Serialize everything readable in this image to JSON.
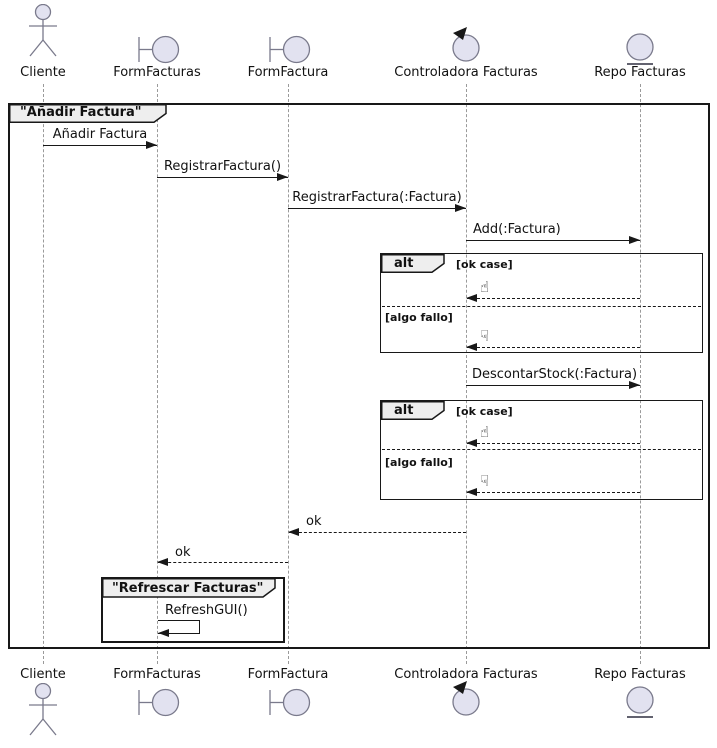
{
  "diagram": {
    "type": "uml-sequence",
    "frame_title": "\"Añadir Factura\"",
    "inner_frame": {
      "title": "\"Refrescar Facturas\"",
      "message": "RefreshGUI()"
    }
  },
  "participants": [
    {
      "name": "Cliente",
      "icon": "actor"
    },
    {
      "name": "FormFacturas",
      "icon": "boundary"
    },
    {
      "name": "FormFactura",
      "icon": "boundary"
    },
    {
      "name": "Controladora Facturas",
      "icon": "control"
    },
    {
      "name": "Repo Facturas",
      "icon": "entity"
    }
  ],
  "messages": [
    {
      "label": "Añadir Factura",
      "from": "Cliente",
      "to": "FormFacturas",
      "style": "solid"
    },
    {
      "label": "RegistrarFactura()",
      "from": "FormFacturas",
      "to": "FormFactura",
      "style": "solid"
    },
    {
      "label": "RegistrarFactura(:Factura)",
      "from": "FormFactura",
      "to": "Controladora Facturas",
      "style": "solid"
    },
    {
      "label": "Add(:Factura)",
      "from": "Controladora Facturas",
      "to": "Repo Facturas",
      "style": "solid"
    },
    {
      "label": "DescontarStock(:Factura)",
      "from": "Controladora Facturas",
      "to": "Repo Facturas",
      "style": "solid"
    },
    {
      "label": "ok",
      "from": "Controladora Facturas",
      "to": "FormFactura",
      "style": "dashed"
    },
    {
      "label": "ok",
      "from": "FormFactura",
      "to": "FormFacturas",
      "style": "dashed"
    }
  ],
  "fragments": [
    {
      "keyword": "alt",
      "guard_ok": "[ok case]",
      "guard_fail": "[algo fallo]",
      "ok_icon": "☝",
      "fail_icon": "☟"
    },
    {
      "keyword": "alt",
      "guard_ok": "[ok case]",
      "guard_fail": "[algo fallo]",
      "ok_icon": "☝",
      "fail_icon": "☟"
    }
  ],
  "colors": {
    "participant_fill": "#E2E2F0",
    "participant_border": "#7a7a8c",
    "frame_label_bg": "#EEEEEE",
    "line": "#181818",
    "lifeline": "#9a9a9a"
  }
}
